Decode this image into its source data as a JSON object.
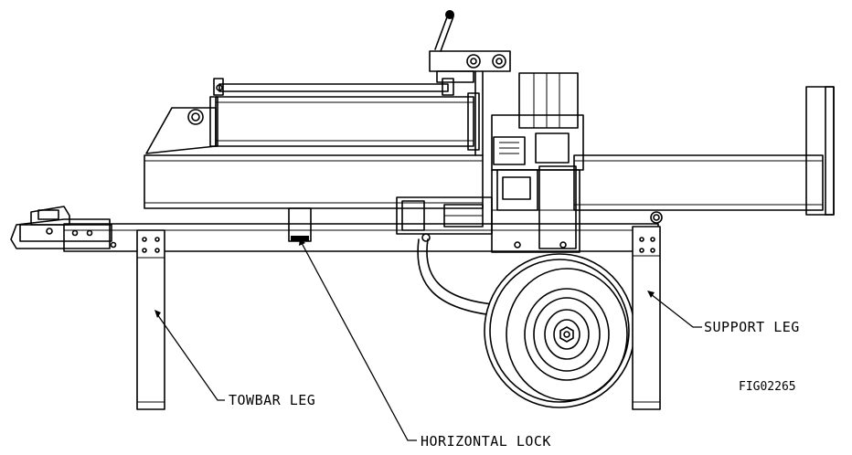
{
  "callouts": {
    "support_leg": "SUPPORT LEG",
    "towbar_leg": "TOWBAR LEG",
    "horizontal_lock": "HORIZONTAL LOCK"
  },
  "figure_id": "FIG02265",
  "colors": {
    "line": "#000000",
    "background": "#ffffff"
  }
}
